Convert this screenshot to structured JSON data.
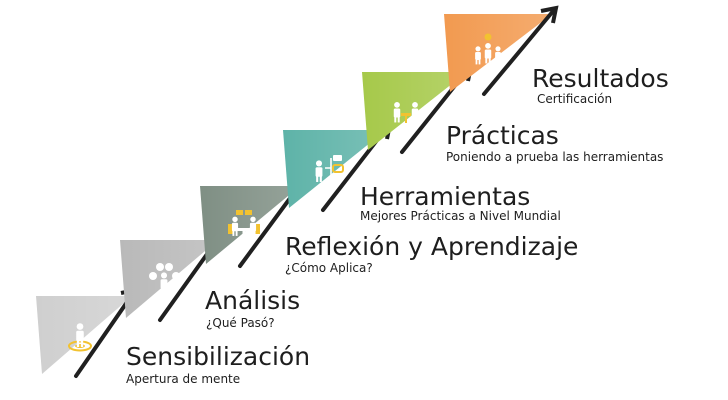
{
  "steps": [
    {
      "title": "Sensibilización",
      "subtitle": "Apertura de mente",
      "color": "#cfcfcf",
      "icon": "person-on-target-icon"
    },
    {
      "title": "Análisis",
      "subtitle": "¿Qué Pasó?",
      "color": "#b9b9b9",
      "icon": "person-with-abcd-icon"
    },
    {
      "title": "Reflexión y Aprendizaje",
      "subtitle": "¿Cómo Aplica?",
      "color": "#7f8f84",
      "icon": "people-at-table-icon"
    },
    {
      "title": "Herramientas",
      "subtitle": "Mejores Prácticas a Nivel Mundial",
      "color": "#5eb3a8",
      "icon": "person-with-tools-icon"
    },
    {
      "title": "Prácticas",
      "subtitle": "Poniendo a prueba las herramientas",
      "color": "#a6c94a",
      "icon": "two-people-meeting-icon"
    },
    {
      "title": "Resultados",
      "subtitle": "Certificación",
      "color": "#f29a50",
      "icon": "award-group-icon"
    }
  ]
}
